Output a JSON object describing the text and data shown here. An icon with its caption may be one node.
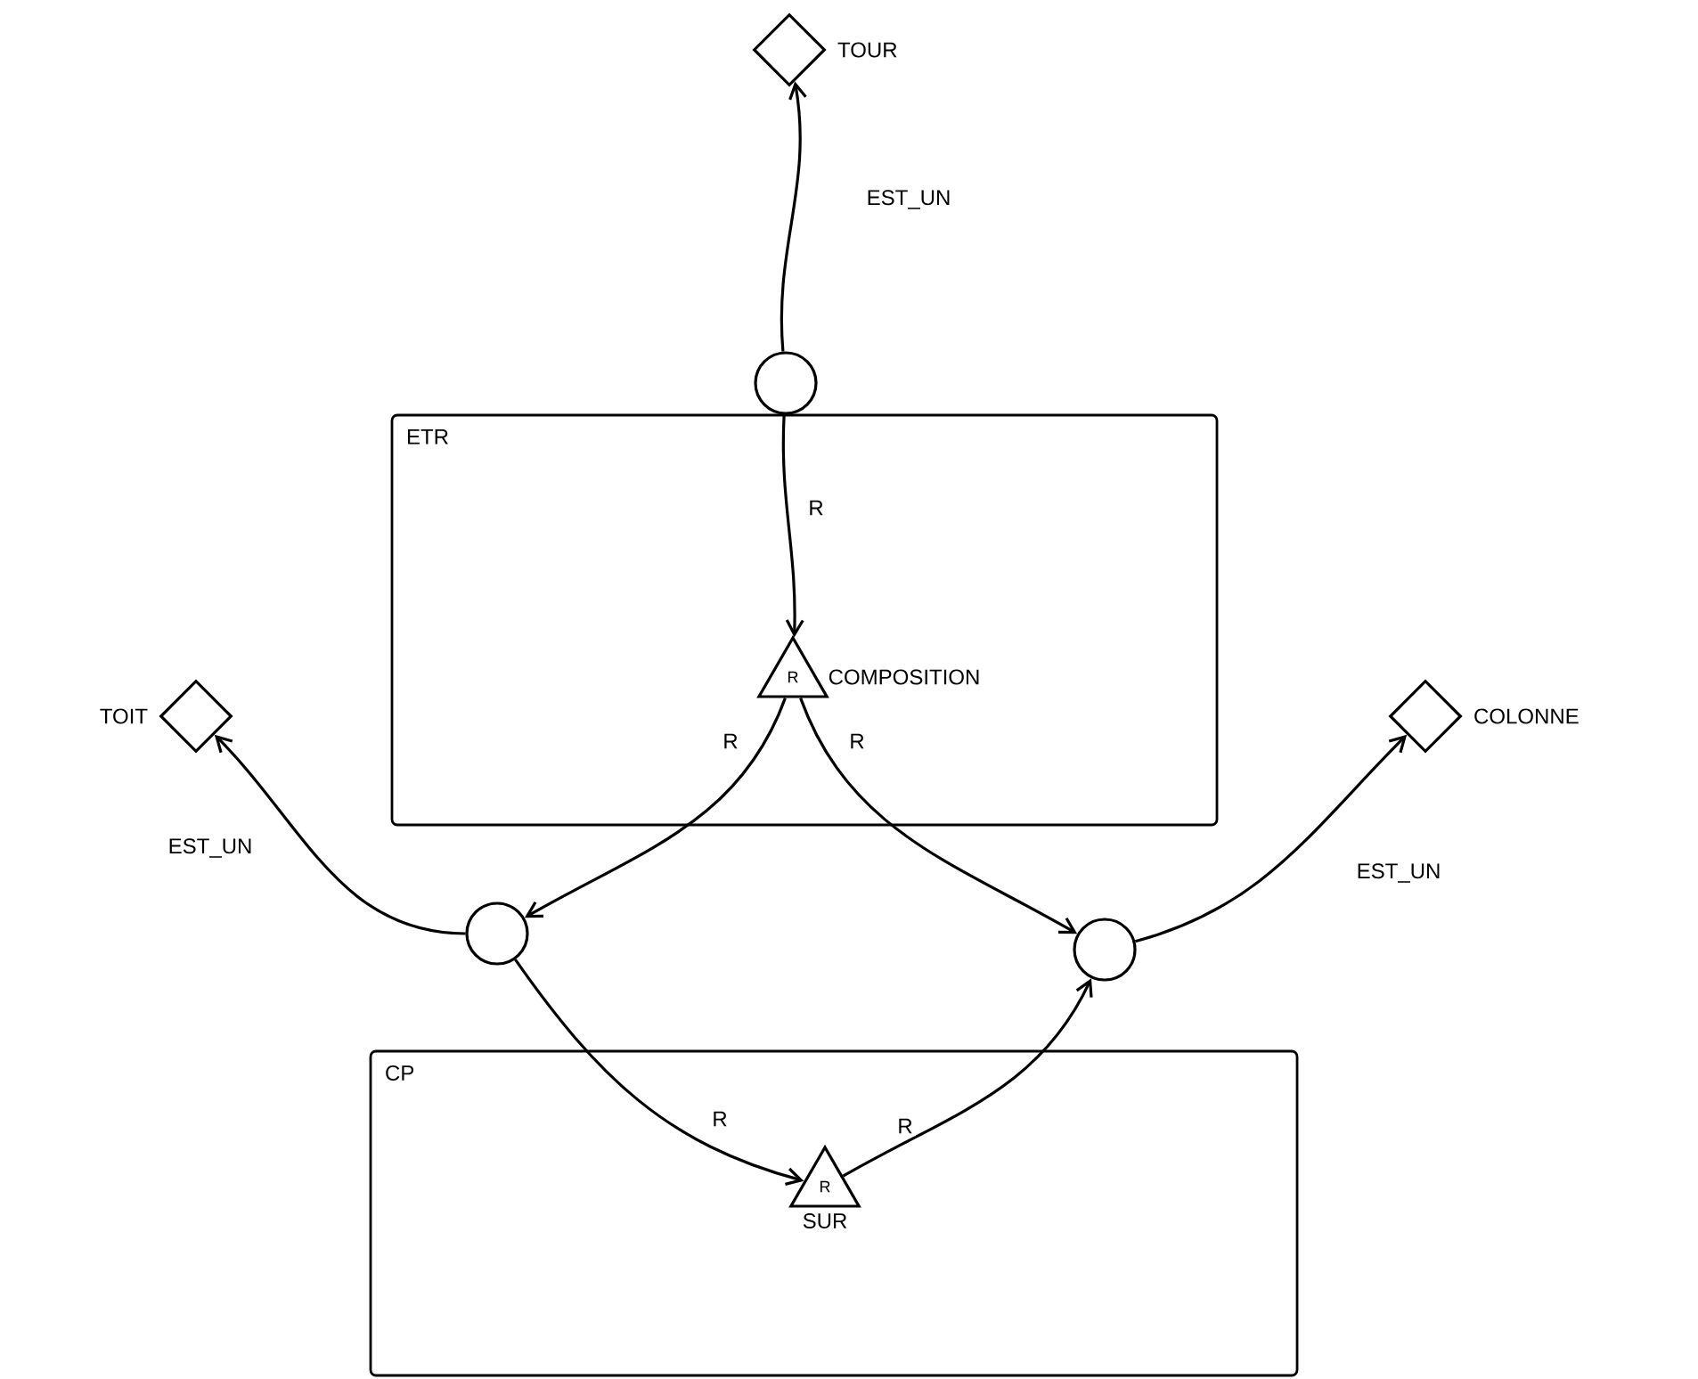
{
  "diagram": {
    "nodes": [
      {
        "text": [
          "ETR"
        ]
      },
      {
        "text": [
          "CP"
        ]
      },
      {
        "text": [],
        "shape": "diamond",
        "beside": [
          "TOUR"
        ]
      },
      {
        "text": [],
        "shape": "circle"
      },
      {
        "text": [
          "R"
        ],
        "in": 0,
        "beside": [
          "COMPOSITION"
        ]
      },
      {
        "text": [],
        "shape": "diamond",
        "beside": [
          "TOIT"
        ]
      },
      {
        "text": [],
        "shape": "circle"
      },
      {
        "text": [],
        "shape": "diamond",
        "beside": [
          "COLONNE"
        ]
      },
      {
        "text": [],
        "shape": "circle"
      },
      {
        "text": [
          "R"
        ],
        "in": 1,
        "beside": [
          "SUR"
        ]
      }
    ],
    "edges": [
      {
        "from": 3,
        "to": 2,
        "arrow": "to",
        "label": "EST_UN"
      },
      {
        "from": 3,
        "to": 4,
        "arrow": "to",
        "label": "R"
      },
      {
        "from": 4,
        "to": 6,
        "arrow": "to",
        "label": "R"
      },
      {
        "from": 4,
        "to": 8,
        "arrow": "to",
        "label": "R"
      },
      {
        "from": 6,
        "to": 5,
        "arrow": "to",
        "label": "EST_UN"
      },
      {
        "from": 8,
        "to": 7,
        "arrow": "to",
        "label": "EST_UN"
      },
      {
        "from": 6,
        "to": 9,
        "arrow": "to",
        "label": "R"
      },
      {
        "from": 9,
        "to": 8,
        "arrow": "to",
        "label": "R"
      }
    ]
  }
}
